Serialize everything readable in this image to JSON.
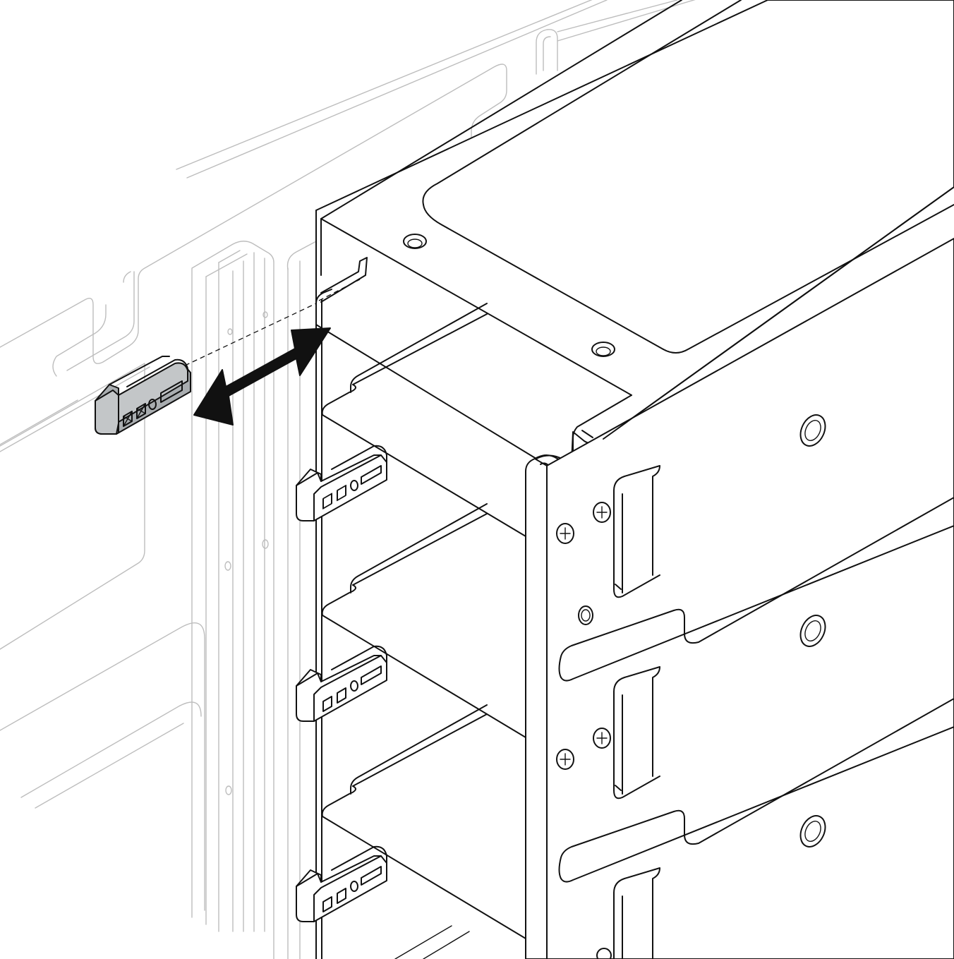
{
  "figure": {
    "kind": "technical-illustration",
    "subject": "drive-cage-with-retention-clips",
    "colors": {
      "outline": "#111111",
      "background_chassis": "#bdbdbd",
      "highlighted_clip": "#c3c6c8",
      "background": "#ffffff"
    },
    "icons": [
      "double-headed-arrow-icon",
      "screw-icon",
      "retention-clip"
    ]
  }
}
